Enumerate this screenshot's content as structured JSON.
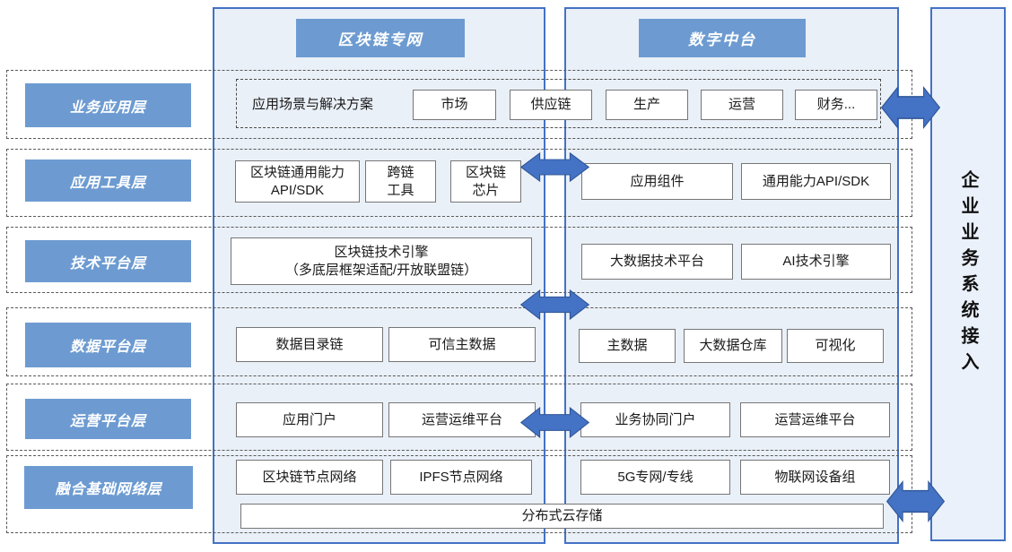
{
  "headers": {
    "blockchain": "区块链专网",
    "digital": "数字中台"
  },
  "right_bar": {
    "vertical_text": "企业业务系统接入"
  },
  "layers": {
    "l1": "业务应用层",
    "l2": "应用工具层",
    "l3": "技术平台层",
    "l4": "数据平台层",
    "l5": "运营平台层",
    "l6": "融合基础网络层"
  },
  "row1": {
    "prefix": "应用场景与解决方案",
    "scenes": [
      "市场",
      "供应链",
      "生产",
      "运营",
      "财务..."
    ]
  },
  "row2": {
    "left": [
      [
        "区块链通用能力",
        "API/SDK"
      ],
      [
        "跨链",
        "工具"
      ],
      [
        "区块链",
        "芯片"
      ]
    ],
    "right": [
      "应用组件",
      "通用能力API/SDK"
    ]
  },
  "row3": {
    "left_line1": "区块链技术引擎",
    "left_line2": "（多底层框架适配/开放联盟链）",
    "right": [
      "大数据技术平台",
      "AI技术引擎"
    ]
  },
  "row4": {
    "left": [
      "数据目录链",
      "可信主数据"
    ],
    "right": [
      "主数据",
      "大数据仓库",
      "可视化"
    ]
  },
  "row5": {
    "left": [
      "应用门户",
      "运营运维平台"
    ],
    "right": [
      "业务协同门户",
      "运营运维平台"
    ]
  },
  "row6": {
    "left": [
      "区块链节点网络",
      "IPFS节点网络"
    ],
    "right": [
      "5G专网/专线",
      "物联网设备组"
    ],
    "storage": "分布式云存储"
  },
  "colors": {
    "label_blue": "#6D9BD1",
    "arrow_fill": "#4472C4",
    "arrow_stroke": "#2F5597",
    "column_fill": "#EAF0F8",
    "column_border": "#4472C4",
    "box_border": "#767676",
    "dashed_line": "#595959"
  }
}
